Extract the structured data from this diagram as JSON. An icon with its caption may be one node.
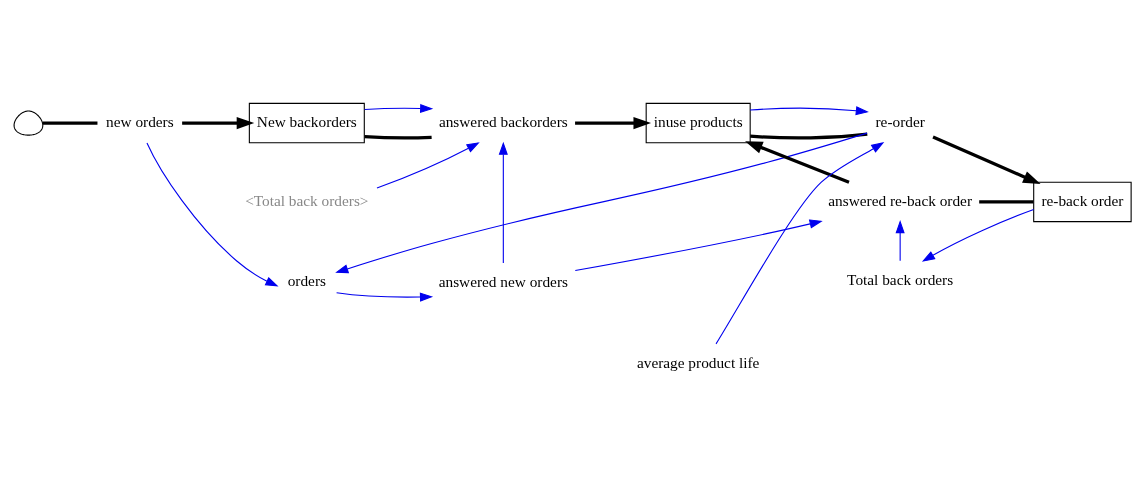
{
  "diagram": {
    "nodes": [
      {
        "text": [],
        "shape": "cloud"
      },
      {
        "text": [
          "new orders"
        ]
      },
      {
        "text": [
          "New backorders"
        ]
      },
      {
        "text": [
          "answered backorders"
        ]
      },
      {
        "text": [
          "inuse products"
        ]
      },
      {
        "text": [
          "re-order"
        ]
      },
      {
        "text": [
          "re-back order"
        ]
      },
      {
        "text": [
          "answered re-back order"
        ]
      },
      {
        "text": [
          "average product life"
        ]
      },
      {
        "text": [
          "<Total back orders>"
        ]
      },
      {
        "text": [
          "orders"
        ]
      },
      {
        "text": [
          "answered new orders"
        ]
      },
      {
        "text": [
          "Total back orders"
        ]
      }
    ],
    "edges": [
      {
        "from": 0,
        "to": 1,
        "arrow": "none",
        "style": "thick",
        "color": "#000000"
      },
      {
        "from": 1,
        "to": 2,
        "arrow": "to",
        "style": "thick",
        "color": "#000000"
      },
      {
        "from": 2,
        "to": 3,
        "arrow": "none",
        "style": "thick",
        "color": "#000000"
      },
      {
        "from": 3,
        "to": 4,
        "arrow": "to",
        "style": "thick",
        "color": "#000000"
      },
      {
        "from": 4,
        "to": 5,
        "arrow": "none",
        "style": "thick",
        "color": "#000000"
      },
      {
        "from": 5,
        "to": 6,
        "arrow": "to",
        "style": "thick",
        "color": "#000000"
      },
      {
        "from": 6,
        "to": 7,
        "arrow": "none",
        "style": "thick",
        "color": "#000000"
      },
      {
        "from": 7,
        "to": 4,
        "arrow": "to",
        "style": "thick",
        "color": "#000000"
      },
      {
        "from": 2,
        "to": 3,
        "arrow": "to"
      },
      {
        "from": 9,
        "to": 3,
        "arrow": "to"
      },
      {
        "from": 4,
        "to": 5,
        "arrow": "to"
      },
      {
        "from": 8,
        "to": 5,
        "arrow": "to"
      },
      {
        "from": 1,
        "to": 10,
        "arrow": "to"
      },
      {
        "from": 5,
        "to": 10,
        "arrow": "to"
      },
      {
        "from": 10,
        "to": 11,
        "arrow": "to"
      },
      {
        "from": 11,
        "to": 3,
        "arrow": "to"
      },
      {
        "from": 11,
        "to": 7,
        "arrow": "to"
      },
      {
        "from": 12,
        "to": 7,
        "arrow": "to"
      },
      {
        "from": 6,
        "to": 12,
        "arrow": "to"
      }
    ]
  }
}
